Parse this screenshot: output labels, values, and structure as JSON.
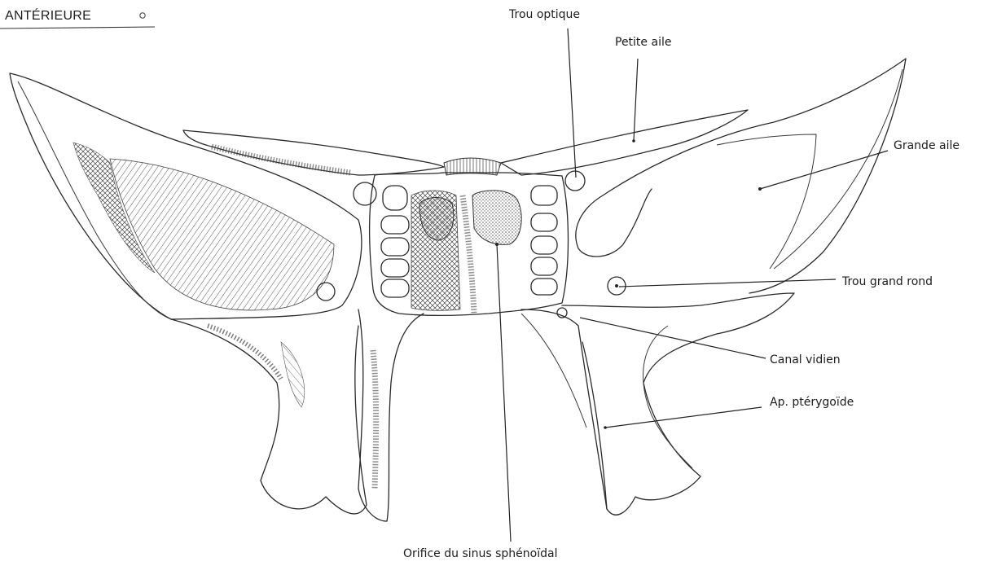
{
  "title": "ANTÉRIEURE",
  "labels": {
    "trou_optique": "Trou optique",
    "petite_aile": "Petite aile",
    "grande_aile": "Grande aile",
    "trou_grand_rond": "Trou grand rond",
    "canal_vidien": "Canal vidien",
    "ap_pterygoide": "Ap. ptérygoïde",
    "orifice_sinus": "Orifice du sinus sphénoïdal"
  }
}
